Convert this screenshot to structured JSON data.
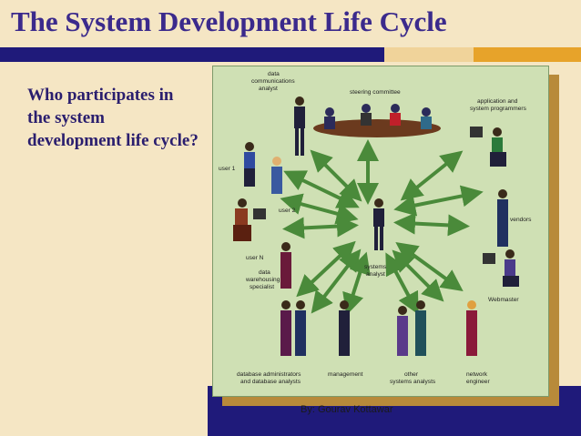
{
  "slide": {
    "title": "The System Development Life Cycle",
    "question": "Who participates in the system development life cycle?",
    "footer": "By: Gourav Kottawar"
  },
  "diagram": {
    "center": "systems analyst",
    "participants": [
      "data communications analyst",
      "steering committee",
      "application and system programmers",
      "user 1",
      "user 2",
      "user N",
      "vendors",
      "data warehousing specialist",
      "Webmaster",
      "database administrators and database analysts",
      "management",
      "other systems analysts",
      "network engineer"
    ]
  },
  "colors": {
    "title": "#3b2a8c",
    "bar_dark": "#1f1a7a",
    "bar_accent": "#e7a32a",
    "panel": "#cfe0b4",
    "arrow": "#4a8a3a"
  }
}
